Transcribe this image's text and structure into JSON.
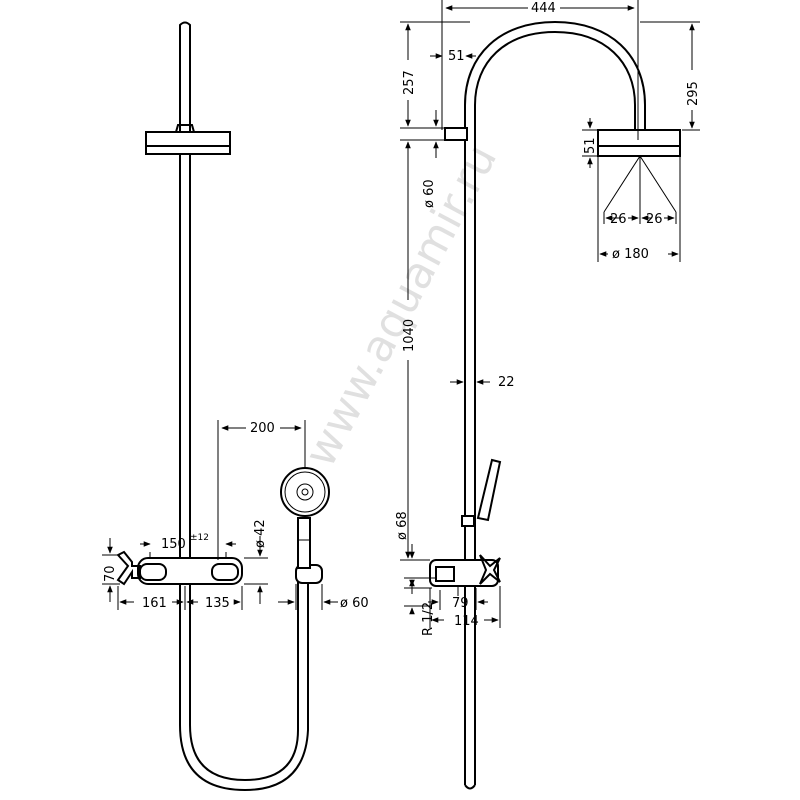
{
  "watermark": "www.aquamir.ru",
  "front_view": {
    "dim_200": "200",
    "dim_150": "150",
    "dim_150_tol": "±12",
    "dim_42": "ø 42",
    "dim_70": "70",
    "dim_161": "161",
    "dim_135": "135",
    "dim_60": "ø 60"
  },
  "side_view": {
    "dim_444": "444",
    "dim_51_top": "51",
    "dim_257": "257",
    "dim_295": "295",
    "dim_51_head": "51",
    "dim_60": "ø 60",
    "dim_26_left": "26",
    "dim_26_right": "26",
    "dim_180": "ø 180",
    "dim_1040": "1040",
    "dim_22": "22",
    "dim_68": "ø 68",
    "dim_79": "79",
    "dim_114": "114",
    "dim_r12": "R 1/2"
  }
}
